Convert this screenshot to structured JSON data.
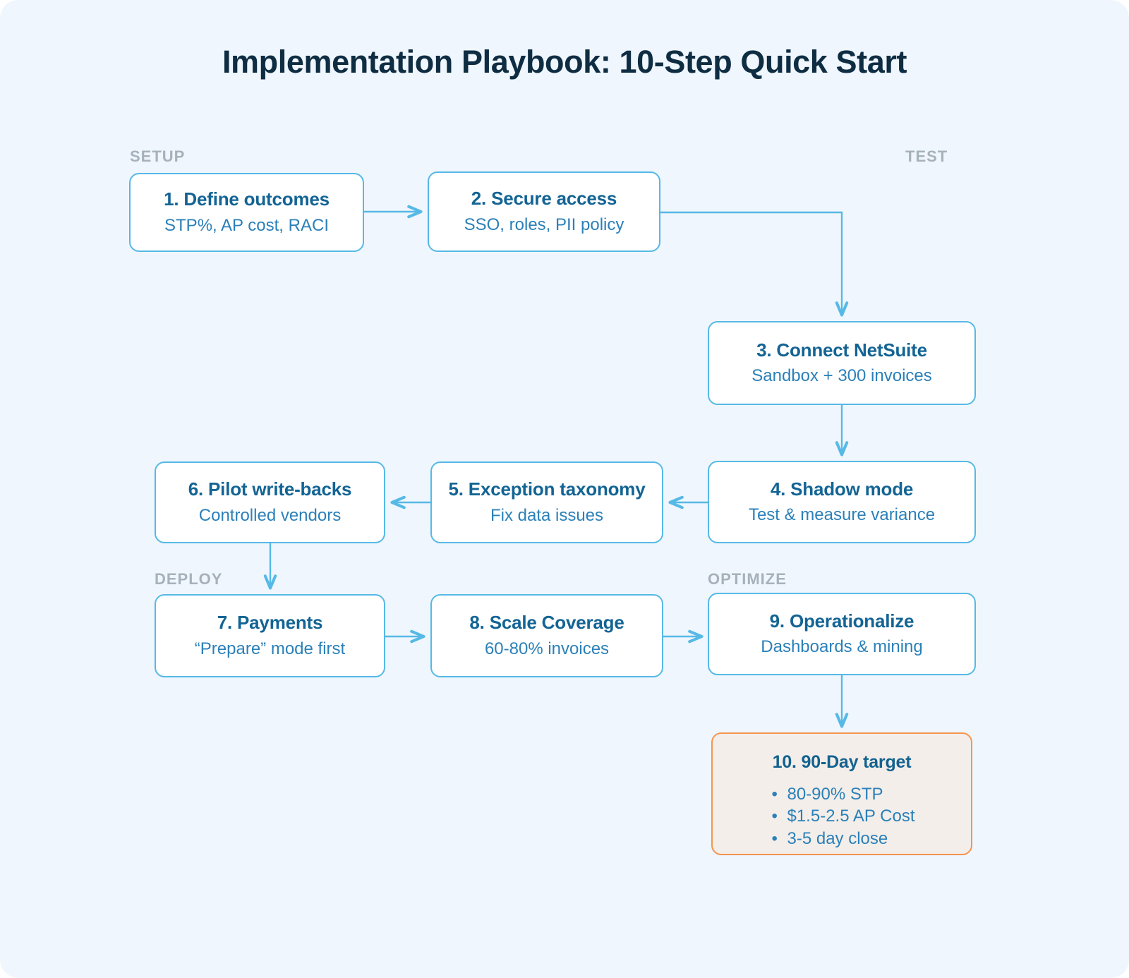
{
  "title": "Implementation Playbook: 10-Step Quick Start",
  "colors": {
    "background": "#EFF6FD",
    "title_text": "#0F2D42",
    "node_border": "#56B9E6",
    "node_title": "#136494",
    "node_sub": "#2B80B8",
    "section_label": "#A7B1BA",
    "goal_border": "#F4954F",
    "goal_fill": "#F3EEEA",
    "connector": "#56B9E6"
  },
  "sections": [
    {
      "id": "setup",
      "label": "SETUP"
    },
    {
      "id": "test",
      "label": "TEST"
    },
    {
      "id": "deploy",
      "label": "DEPLOY"
    },
    {
      "id": "optimize",
      "label": "OPTIMIZE"
    }
  ],
  "nodes": [
    {
      "id": "n1",
      "title": "1.  Define outcomes",
      "subtitle": "STP%, AP cost, RACI"
    },
    {
      "id": "n2",
      "title": "2.  Secure access",
      "subtitle": "SSO, roles, PII policy"
    },
    {
      "id": "n3",
      "title": "3. Connect NetSuite",
      "subtitle": "Sandbox + 300 invoices"
    },
    {
      "id": "n4",
      "title": "4. Shadow mode",
      "subtitle": "Test & measure variance"
    },
    {
      "id": "n5",
      "title": "5. Exception taxonomy",
      "subtitle": "Fix data issues"
    },
    {
      "id": "n6",
      "title": "6.  Pilot write-backs",
      "subtitle": "Controlled vendors"
    },
    {
      "id": "n7",
      "title": "7.  Payments",
      "subtitle": "“Prepare” mode first"
    },
    {
      "id": "n8",
      "title": "8.  Scale Coverage",
      "subtitle": "60-80% invoices"
    },
    {
      "id": "n9",
      "title": "9.  Operationalize",
      "subtitle": "Dashboards & mining"
    }
  ],
  "goal_node": {
    "id": "n10",
    "title": "10.  90-Day target",
    "bullets": [
      "80-90% STP",
      "$1.5-2.5 AP Cost",
      "3-5 day close"
    ]
  },
  "flow_order": [
    "1",
    "2",
    "3",
    "4",
    "5",
    "6",
    "7",
    "8",
    "9",
    "10"
  ]
}
